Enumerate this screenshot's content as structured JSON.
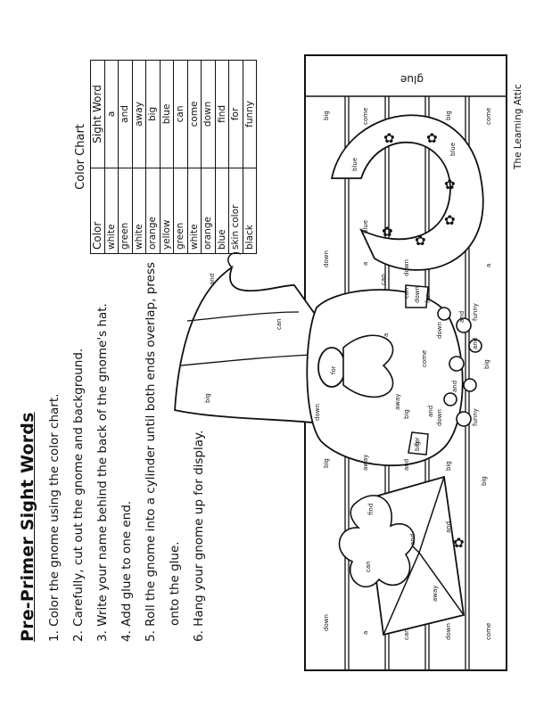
{
  "title": "Pre-Primer Sight Words",
  "instructions": [
    {
      "num": "1.",
      "text": "Color the gnome using the color chart."
    },
    {
      "num": "2.",
      "text": "Carefully, cut out the gnome and background."
    },
    {
      "num": "3.",
      "text": "Write your name behind the back of the gnome's hat."
    },
    {
      "num": "4.",
      "text": "Add glue to one end."
    },
    {
      "num": "5.",
      "text": "Roll the gnome into a cylinder until both ends overlap, press",
      "cont": "onto the glue."
    },
    {
      "num": "6.",
      "text": "Hang your gnome up for display."
    }
  ],
  "color_chart": {
    "caption": "Color Chart",
    "headers": [
      "Color",
      "Sight Word"
    ],
    "rows": [
      [
        "white",
        "a"
      ],
      [
        "green",
        "and"
      ],
      [
        "white",
        "away"
      ],
      [
        "orange",
        "big"
      ],
      [
        "yellow",
        "blue"
      ],
      [
        "green",
        "can"
      ],
      [
        "white",
        "come"
      ],
      [
        "orange",
        "down"
      ],
      [
        "blue",
        "find"
      ],
      [
        "skin color",
        "for"
      ],
      [
        "black",
        "funny"
      ]
    ]
  },
  "attribution": "The Learning Attic",
  "art": {
    "glue_label": "glue",
    "labels": {
      "hat": [
        "and",
        "can",
        "big"
      ],
      "horseshoe": [
        "blue",
        "blue",
        "blue"
      ],
      "gnome": [
        "down",
        "down",
        "for",
        "for",
        "for",
        "a",
        "come",
        "away",
        "down",
        "down",
        "and",
        "and",
        "and",
        "and",
        "big",
        "big",
        "funny",
        "funny",
        "can"
      ],
      "envelope": [
        "find",
        "and",
        "can",
        "away"
      ],
      "background": [
        "big",
        "come",
        "big",
        "come",
        "down",
        "a",
        "a",
        "big",
        "away",
        "and",
        "big",
        "down",
        "a",
        "can",
        "down",
        "come",
        "down",
        "big",
        "big",
        "and",
        "can"
      ]
    }
  }
}
